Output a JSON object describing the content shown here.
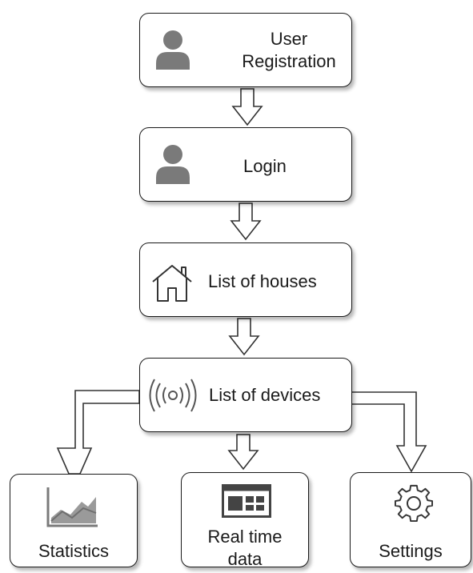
{
  "diagram": {
    "nodes": [
      {
        "id": "registration",
        "label_line1": "User",
        "label_line2": "Registration",
        "icon": "user-icon"
      },
      {
        "id": "login",
        "label": "Login",
        "icon": "user-icon"
      },
      {
        "id": "houses",
        "label": "List of houses",
        "icon": "house-icon"
      },
      {
        "id": "devices",
        "label": "List of devices",
        "icon": "wireless-signal-icon"
      },
      {
        "id": "statistics",
        "label": "Statistics",
        "icon": "area-chart-icon"
      },
      {
        "id": "realtime",
        "label_line1": "Real time",
        "label_line2": "data",
        "icon": "dashboard-panel-icon"
      },
      {
        "id": "settings",
        "label": "Settings",
        "icon": "gear-icon"
      }
    ],
    "edges": [
      {
        "from": "registration",
        "to": "login"
      },
      {
        "from": "login",
        "to": "houses"
      },
      {
        "from": "houses",
        "to": "devices"
      },
      {
        "from": "devices",
        "to": "statistics"
      },
      {
        "from": "devices",
        "to": "realtime"
      },
      {
        "from": "devices",
        "to": "settings"
      }
    ],
    "colors": {
      "border": "#1a1a1a",
      "icon": "#7a7a7a",
      "arrow_fill": "#ffffff",
      "arrow_stroke": "#333333"
    }
  }
}
